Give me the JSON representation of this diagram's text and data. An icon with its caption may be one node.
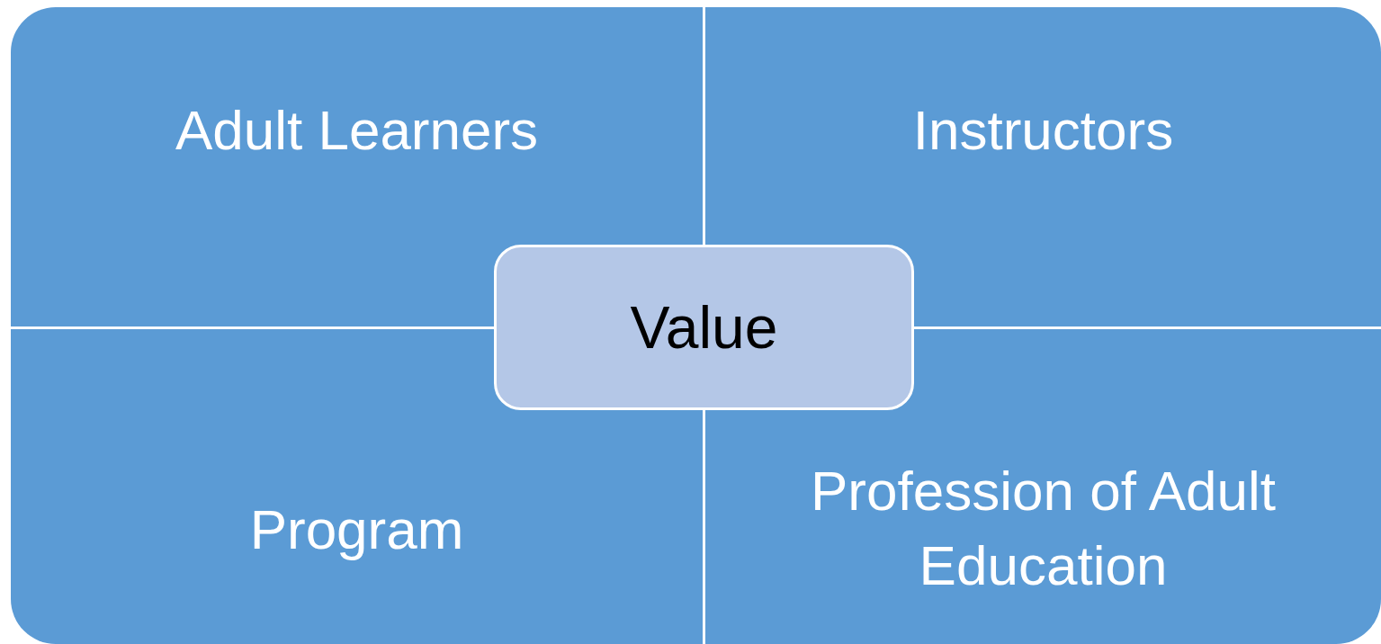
{
  "diagram": {
    "nodes": [
      {
        "text": [
          "Adult Learners"
        ]
      },
      {
        "text": [
          "Instructors"
        ]
      },
      {
        "text": [
          "Program"
        ]
      },
      {
        "text": [
          "Profession of Adult Education"
        ]
      },
      {
        "text": [
          "Value"
        ]
      }
    ]
  }
}
